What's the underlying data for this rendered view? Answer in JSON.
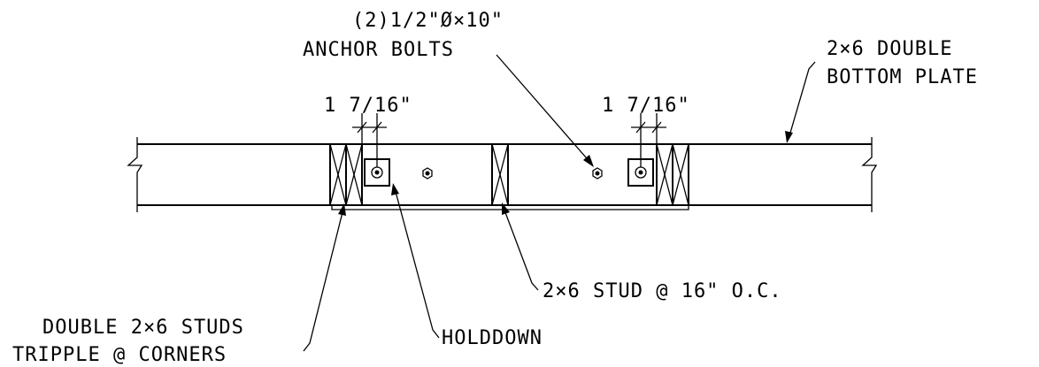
{
  "labels": {
    "anchor_bolts_qty": "(2)1/2\"Ø×10\"",
    "anchor_bolts": "ANCHOR BOLTS",
    "bottom_plate_line1": "2×6 DOUBLE",
    "bottom_plate_line2": "BOTTOM PLATE",
    "dim_left": "1 7/16\"",
    "dim_right": "1 7/16\"",
    "stud_spacing": "2×6 STUD @ 16\" O.C.",
    "double_studs_line1": "DOUBLE 2×6 STUDS",
    "double_studs_line2": "TRIPPLE @ CORNERS",
    "holddown": "HOLDDOWN"
  }
}
